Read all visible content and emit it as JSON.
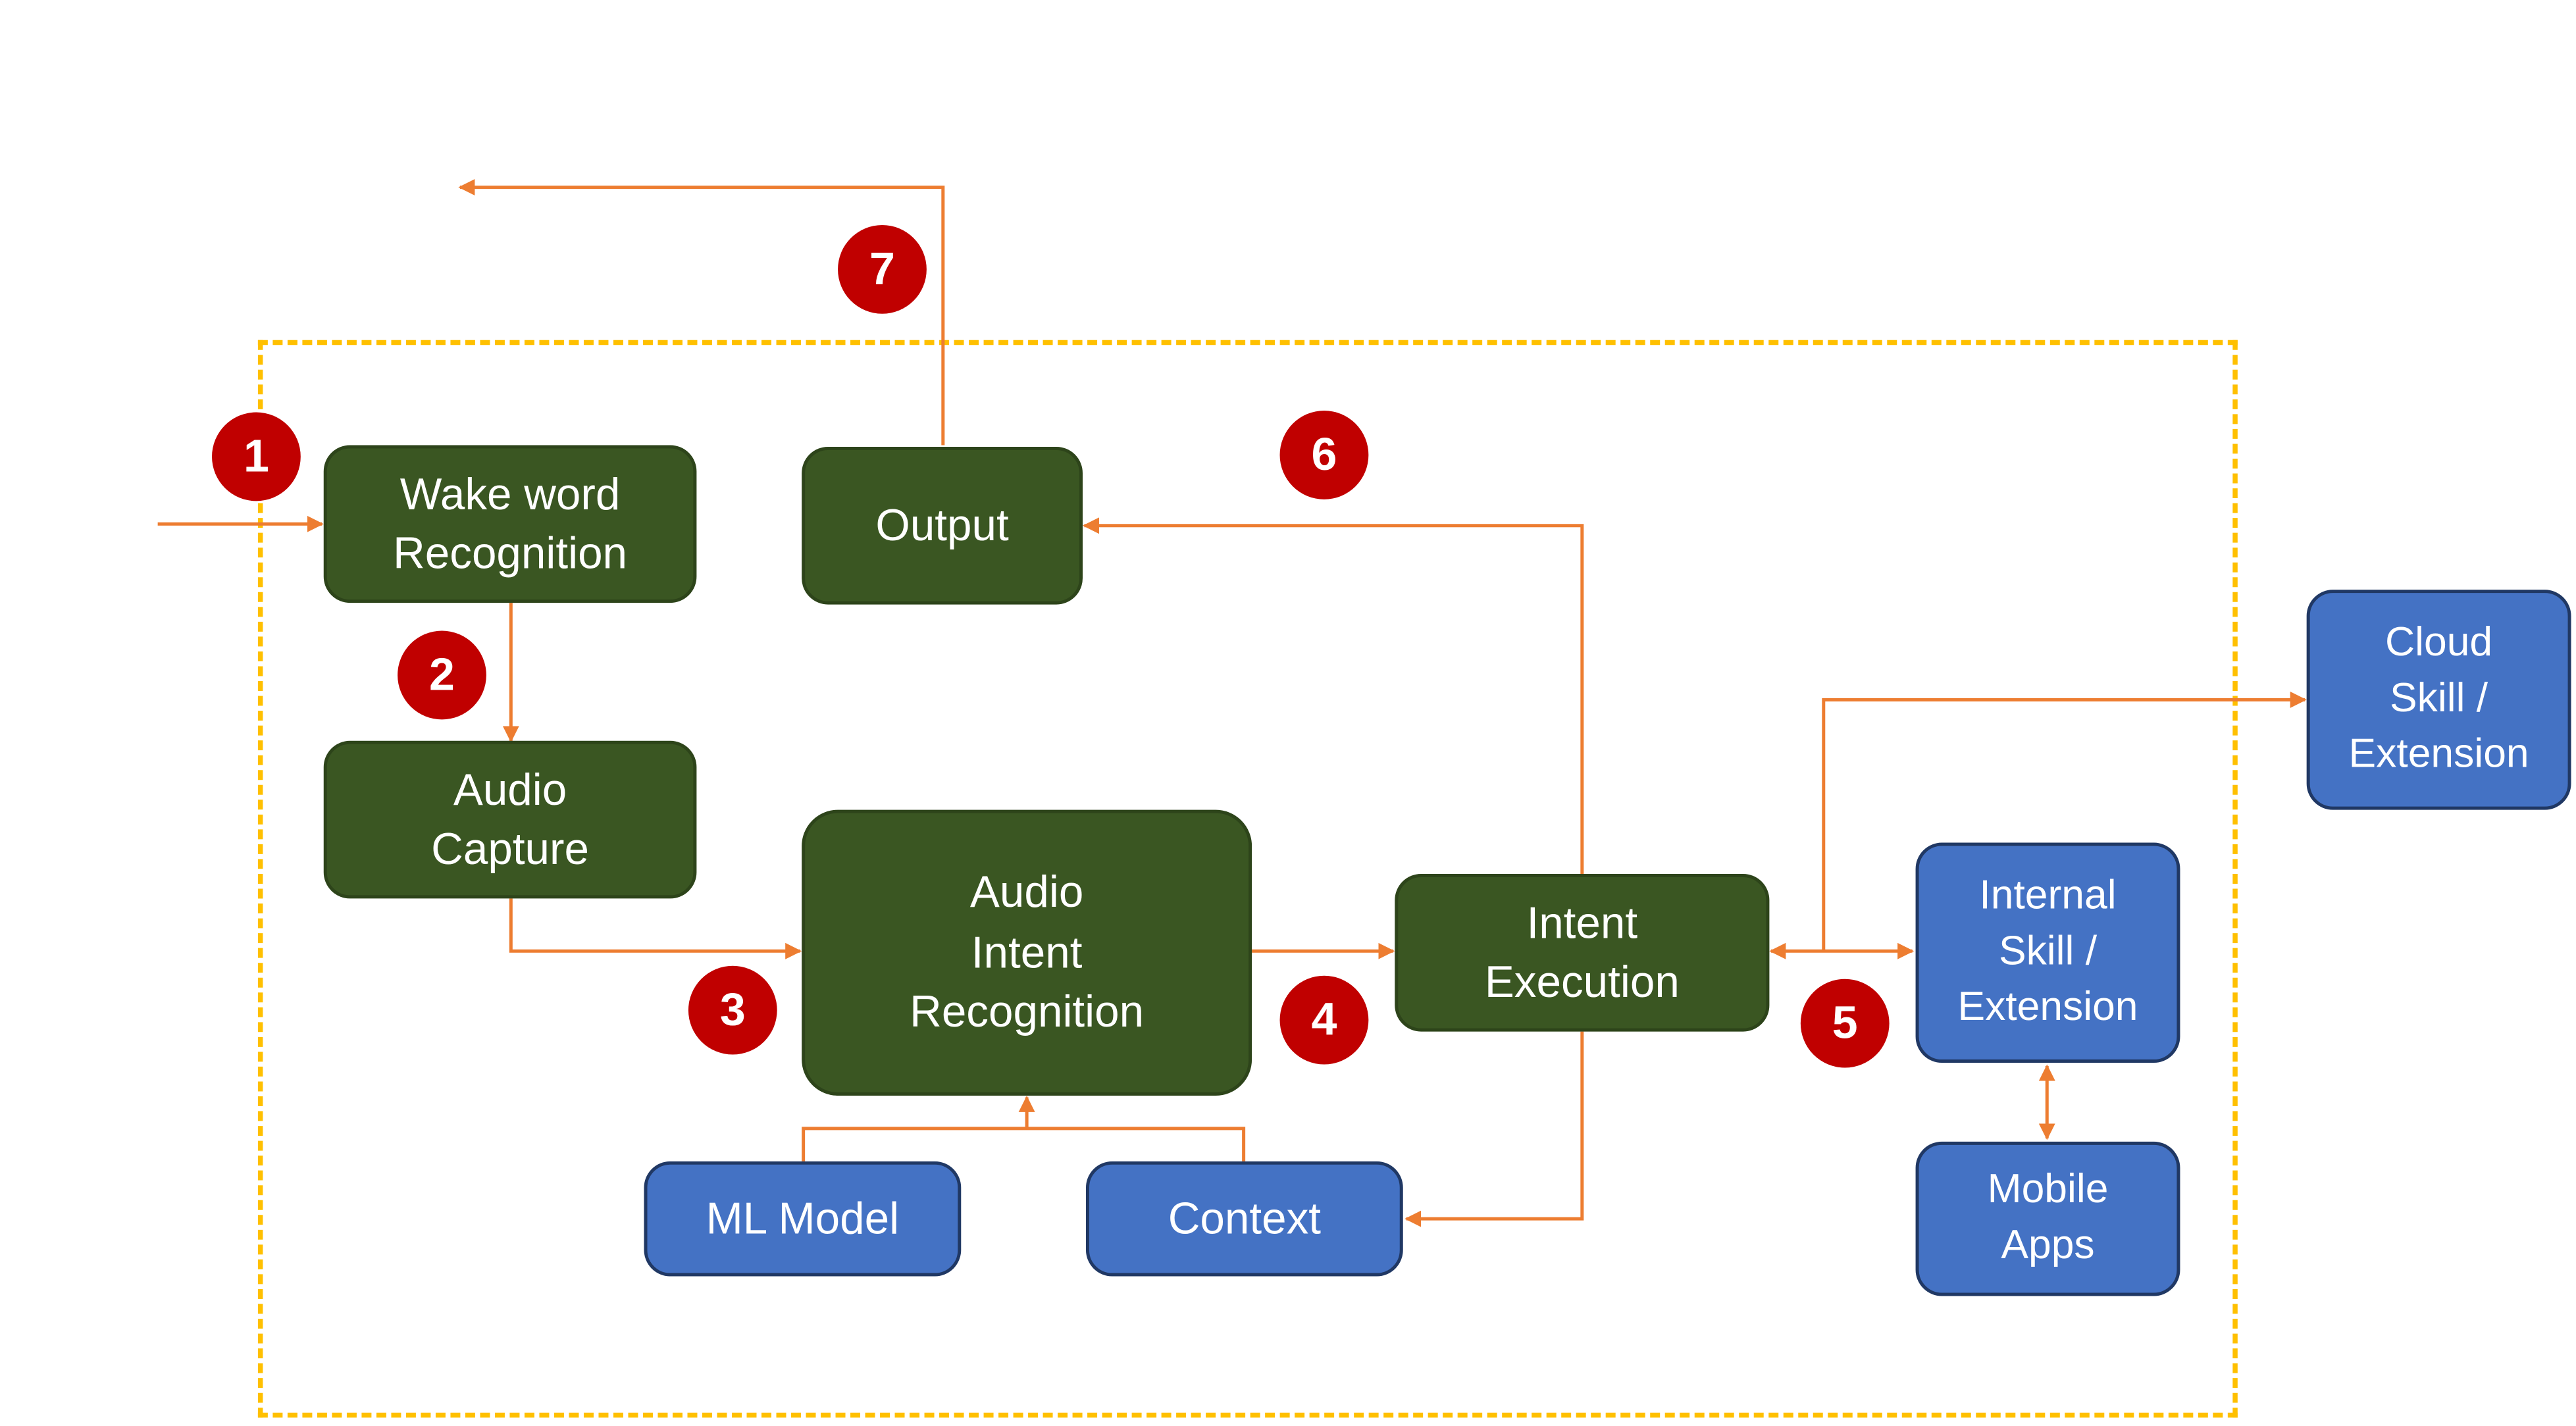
{
  "diagram": {
    "title": "",
    "colors": {
      "process_node": "#3a5622",
      "external_node": "#4472c4",
      "badge": "#c00000",
      "connector": "#ed7d31",
      "boundary": "#ffc000"
    },
    "nodes": {
      "wake_word": "Wake word\nRecognition",
      "audio_capture": "Audio\nCapture",
      "audio_intent": "Audio\nIntent\nRecognition",
      "intent_execution": "Intent\nExecution",
      "output": "Output",
      "ml_model": "ML Model",
      "context": "Context",
      "internal_skill": "Internal\nSkill /\nExtension",
      "mobile_apps": "Mobile\nApps",
      "cloud_skill": "Cloud\nSkill /\nExtension"
    },
    "steps": [
      "1",
      "2",
      "3",
      "4",
      "5",
      "6",
      "7"
    ],
    "edges": [
      {
        "from": "input",
        "to": "wake_word"
      },
      {
        "from": "wake_word",
        "to": "audio_capture"
      },
      {
        "from": "audio_capture",
        "to": "audio_intent"
      },
      {
        "from": "ml_model",
        "to": "audio_intent"
      },
      {
        "from": "context",
        "to": "audio_intent"
      },
      {
        "from": "audio_intent",
        "to": "intent_execution"
      },
      {
        "from": "intent_execution",
        "to": "internal_skill",
        "bidirectional": true
      },
      {
        "from": "intent_execution",
        "to": "cloud_skill"
      },
      {
        "from": "internal_skill",
        "to": "mobile_apps",
        "bidirectional": true
      },
      {
        "from": "intent_execution",
        "to": "output"
      },
      {
        "from": "intent_execution",
        "to": "context"
      },
      {
        "from": "output",
        "to": "external"
      }
    ]
  }
}
